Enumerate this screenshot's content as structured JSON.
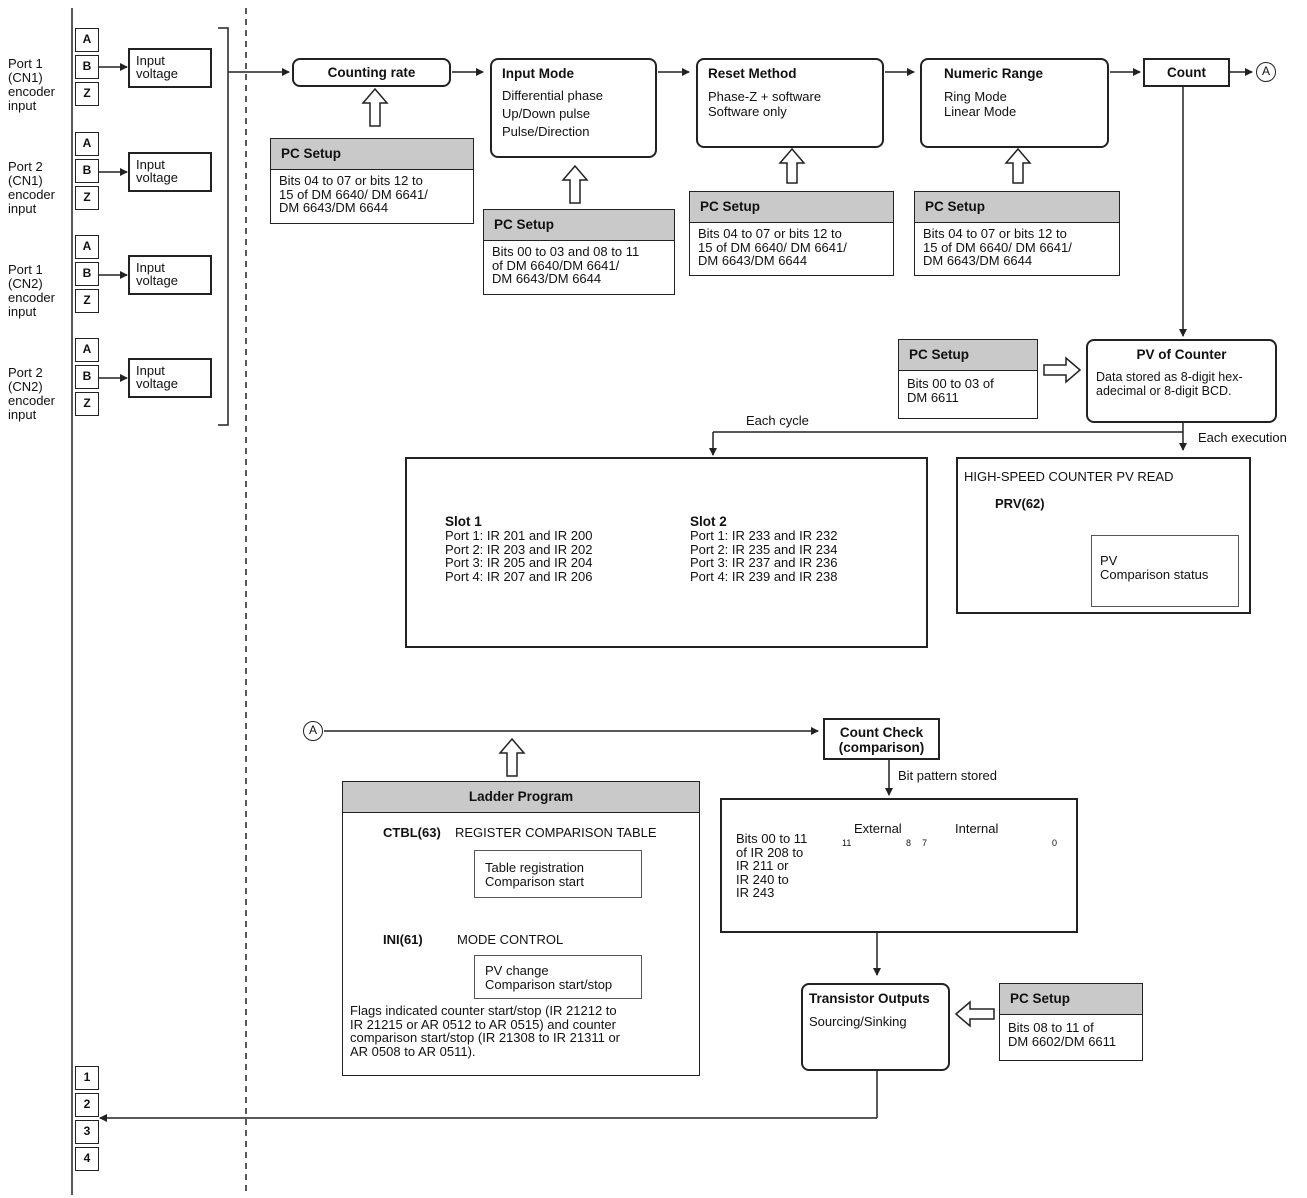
{
  "ports": [
    {
      "label": "Port 1\n(CN1)\nencoder\ninput",
      "cells": [
        "A",
        "B",
        "Z"
      ],
      "input": "Input\nvoltage"
    },
    {
      "label": "Port 2\n(CN1)\nencoder\ninput",
      "cells": [
        "A",
        "B",
        "Z"
      ],
      "input": "Input\nvoltage"
    },
    {
      "label": "Port 1\n(CN2)\nencoder\ninput",
      "cells": [
        "A",
        "B",
        "Z"
      ],
      "input": "Input\nvoltage"
    },
    {
      "label": "Port 2\n(CN2)\nencoder\ninput",
      "cells": [
        "A",
        "B",
        "Z"
      ],
      "input": "Input\nvoltage"
    }
  ],
  "output_cells": [
    "1",
    "2",
    "3",
    "4"
  ],
  "flow": {
    "counting_rate": "Counting rate",
    "input_mode": {
      "title": "Input Mode",
      "body": "Differential phase\nUp/Down pulse\nPulse/Direction"
    },
    "reset_method": {
      "title": "Reset Method",
      "body": "Phase-Z + software\nSoftware only"
    },
    "numeric_range": {
      "title": "Numeric Range",
      "body": "Ring Mode\nLinear Mode"
    },
    "count": "Count",
    "connector": "A"
  },
  "setups": {
    "counting": {
      "header": "PC Setup",
      "body": "Bits 04 to 07 or bits 12 to\n15 of DM 6640/ DM 6641/\nDM 6643/DM 6644"
    },
    "input_mode": {
      "header": "PC Setup",
      "body": "Bits 00 to 03 and 08 to 11\nof DM 6640/DM 6641/\nDM 6643/DM 6644"
    },
    "reset": {
      "header": "PC Setup",
      "body": "Bits 04 to 07 or bits 12 to\n15 of DM 6640/ DM 6641/\nDM 6643/DM 6644"
    },
    "numeric": {
      "header": "PC Setup",
      "body": "Bits 04 to 07 or bits 12 to\n15 of DM 6640/ DM 6641/\nDM 6643/DM 6644"
    },
    "pv": {
      "header": "PC Setup",
      "body": "Bits 00 to 03 of\nDM 6611"
    },
    "transistor": {
      "header": "PC Setup",
      "body": "Bits 08 to 11 of\nDM 6602/DM 6611"
    }
  },
  "pv_counter": {
    "title": "PV of Counter",
    "body": "Data stored as 8-digit hex-\nadecimal or 8-digit BCD."
  },
  "each_cycle": "Each cycle",
  "each_execution": "Each execution",
  "slots": {
    "slot1": {
      "title": "Slot 1",
      "body": "Port 1: IR 201 and IR 200\nPort 2: IR 203 and IR 202\nPort 3: IR 205 and IR 204\nPort 4: IR 207 and IR 206"
    },
    "slot2": {
      "title": "Slot 2",
      "body": "Port 1: IR 233 and IR 232\nPort 2: IR 235 and IR 234\nPort 3: IR 237 and IR 236\nPort 4: IR 239 and IR 238"
    }
  },
  "hs_read": {
    "title": "HIGH-SPEED COUNTER PV READ",
    "instr": "PRV(62)",
    "inner": "PV\nComparison status"
  },
  "ladder": {
    "header": "Ladder Program",
    "ctbl": "CTBL(63)",
    "ctbl_label": "REGISTER COMPARISON TABLE",
    "ctbl_box": "Table registration\nComparison start",
    "ini": "INI(61)",
    "ini_label": "MODE CONTROL",
    "ini_box": "PV change\nComparison start/stop",
    "footer": "Flags indicated counter start/stop (IR 21212 to\nIR 21215 or AR 0512 to AR 0515) and counter\ncomparison start/stop (IR 21308 to IR 21311 or\nAR 0508 to AR 0511)."
  },
  "count_check": "Count Check\n(comparison)",
  "bit_pattern": "Bit pattern stored",
  "bits_desc": "Bits 00 to 11\nof IR 208 to\nIR 211 or\nIR 240 to\nIR 243",
  "reg": {
    "external": "External",
    "internal": "Internal",
    "b11": "11",
    "b8": "8",
    "b7": "7",
    "b0": "0"
  },
  "transistor": {
    "title": "Transistor Outputs",
    "body": "Sourcing/Sinking"
  }
}
